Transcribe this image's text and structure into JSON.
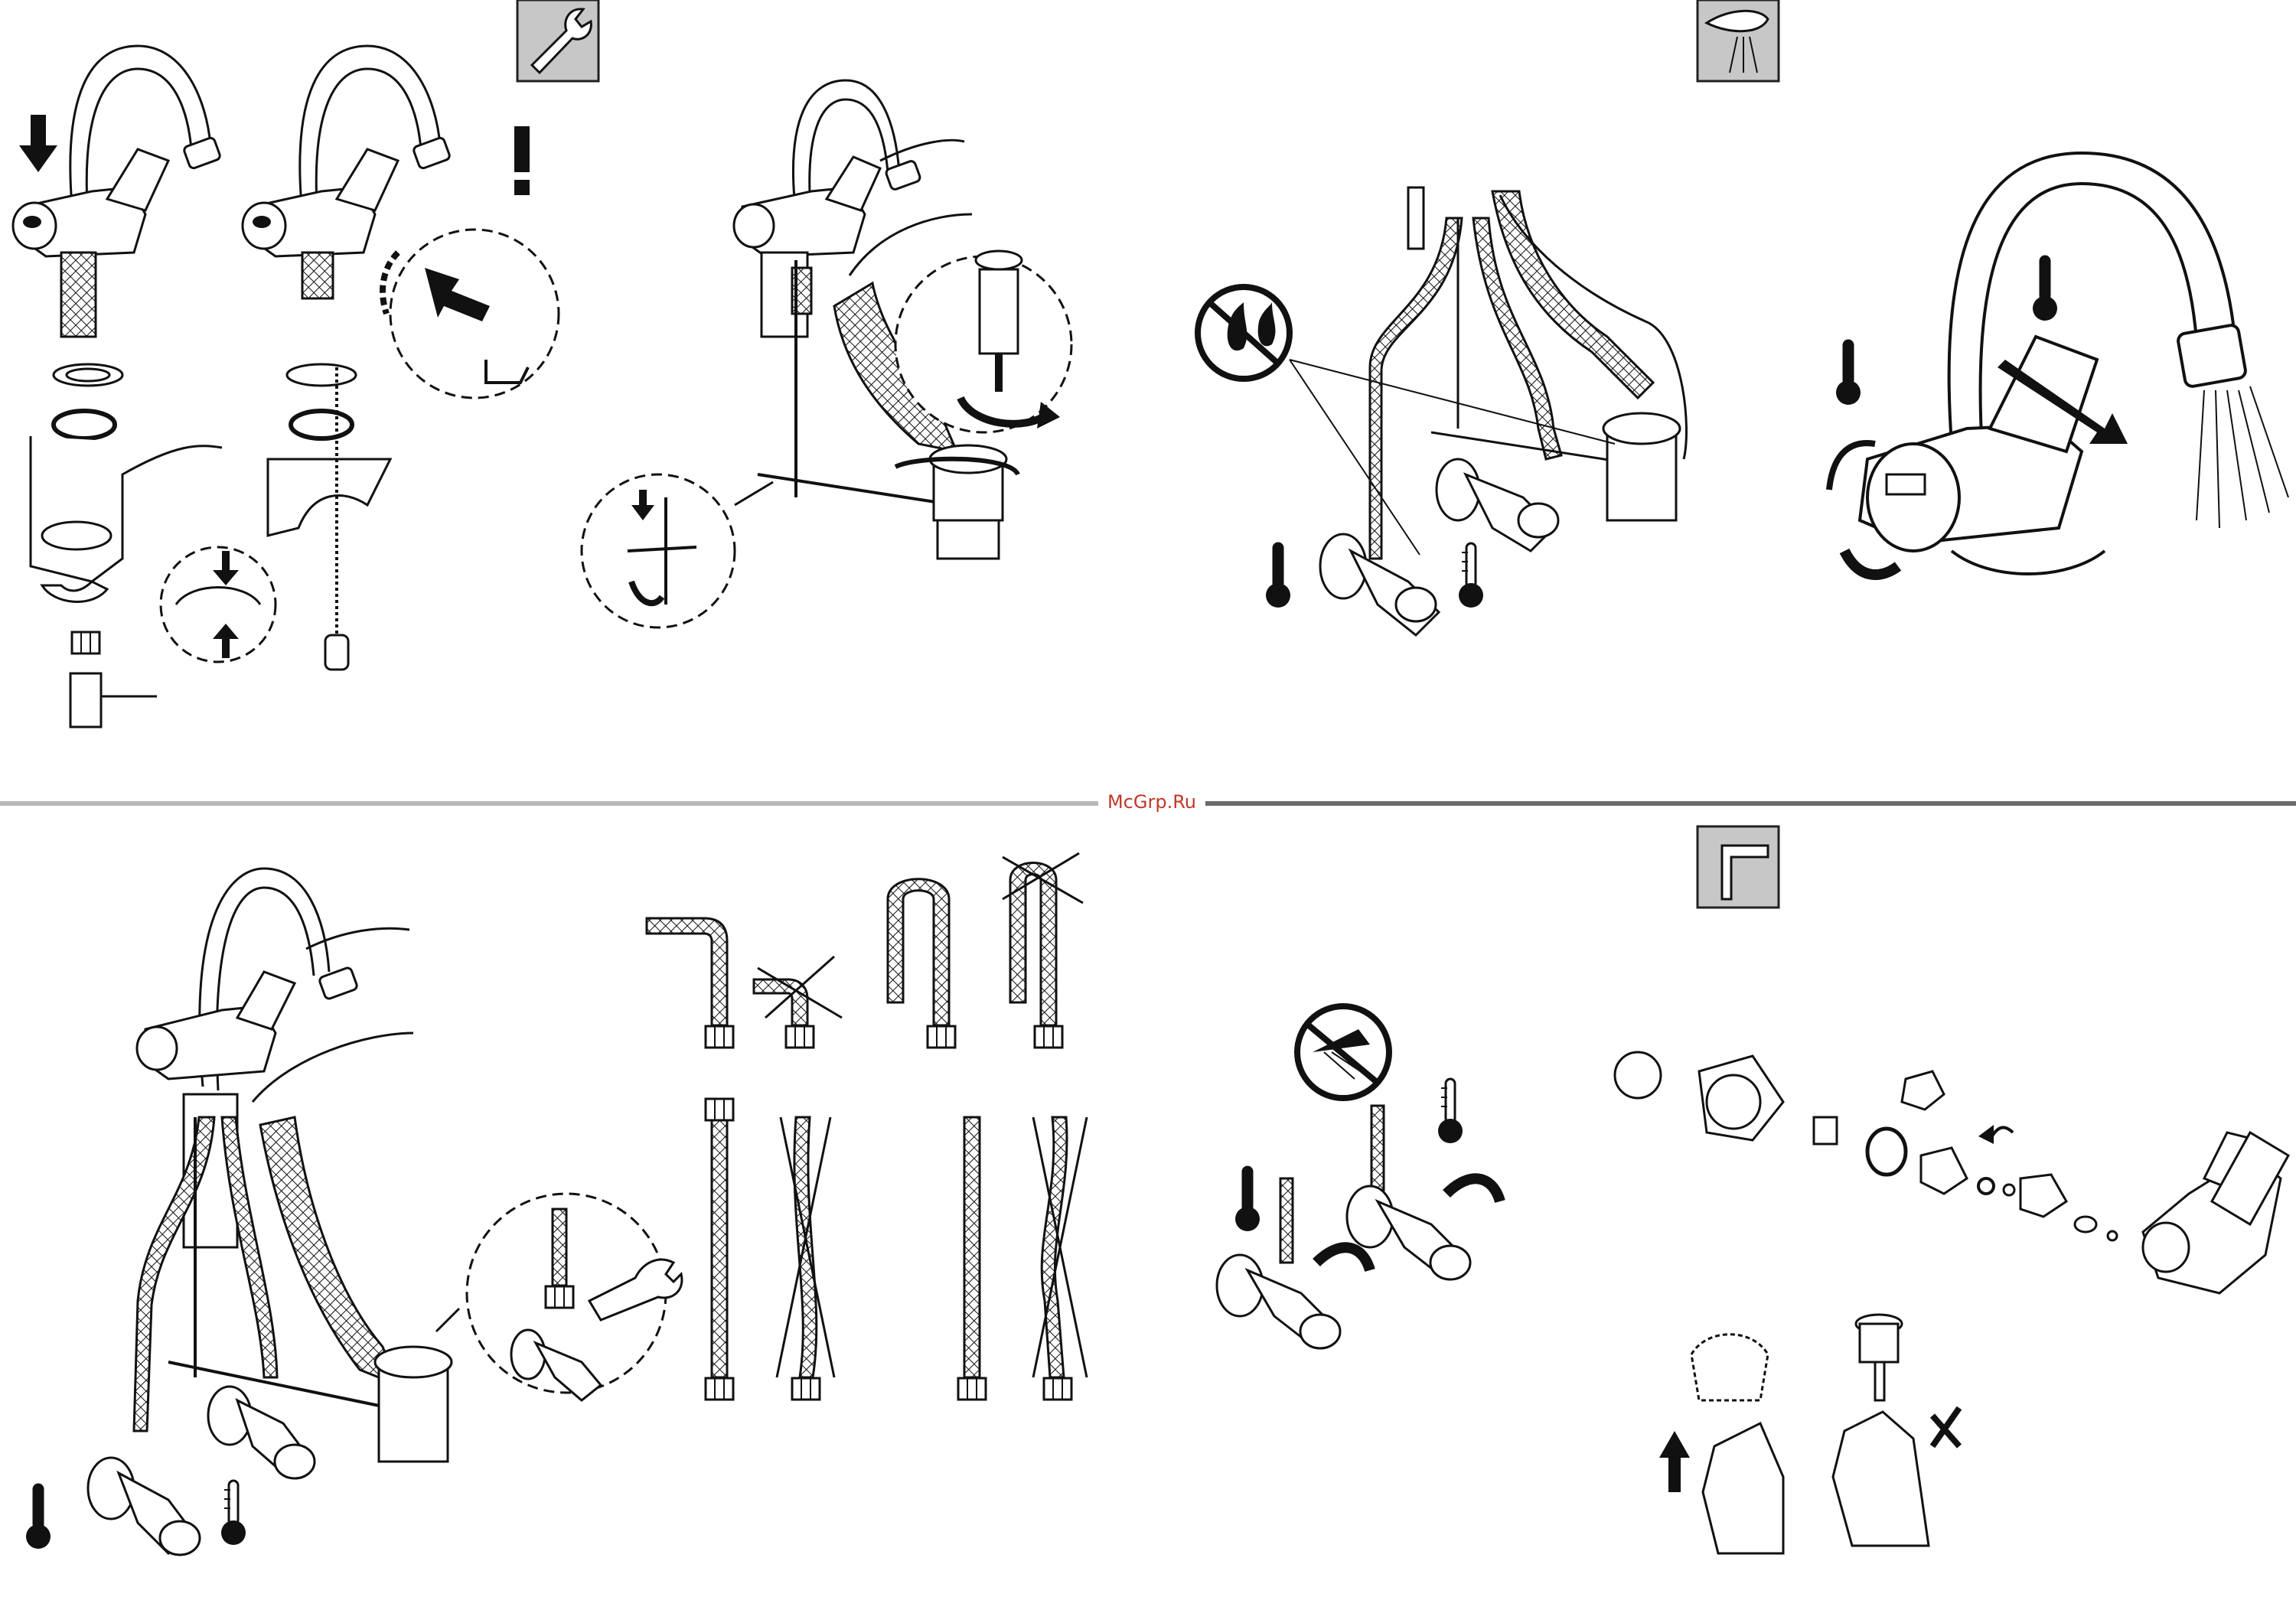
{
  "watermark": "McGrp.Ru",
  "colors": {
    "line": "#111111",
    "pictogram_bg": "#c7c7c7",
    "divider_left": "#b8b8b8",
    "divider_right": "#6a6a6a",
    "watermark": "#c0392b"
  },
  "panels": [
    {
      "id": "cartridge-install",
      "icons": [
        "down-arrow-icon",
        "exclamation-icon",
        "wrench-pictogram"
      ]
    },
    {
      "id": "pop-up-waste",
      "icons": [
        "rotate-arrow-icon"
      ]
    },
    {
      "id": "supply-hoses",
      "icons": [
        "no-water-icon",
        "thermometer-hot-icon",
        "thermometer-cold-icon"
      ]
    },
    {
      "id": "operation",
      "icons": [
        "spray-pictogram",
        "thermometer-hot-icon",
        "thermometer-cold-icon"
      ]
    },
    {
      "id": "assembled-connection",
      "icons": [
        "thermometer-hot-icon",
        "thermometer-cold-icon",
        "wrench-icon"
      ]
    },
    {
      "id": "hose-bending",
      "icons": [
        "cross-mark-icon"
      ]
    },
    {
      "id": "flush-lines",
      "icons": [
        "no-spray-icon",
        "thermometer-hot-icon",
        "thermometer-cold-icon"
      ]
    },
    {
      "id": "maintenance",
      "icons": [
        "hex-key-pictogram",
        "cross-mark-icon"
      ]
    }
  ]
}
